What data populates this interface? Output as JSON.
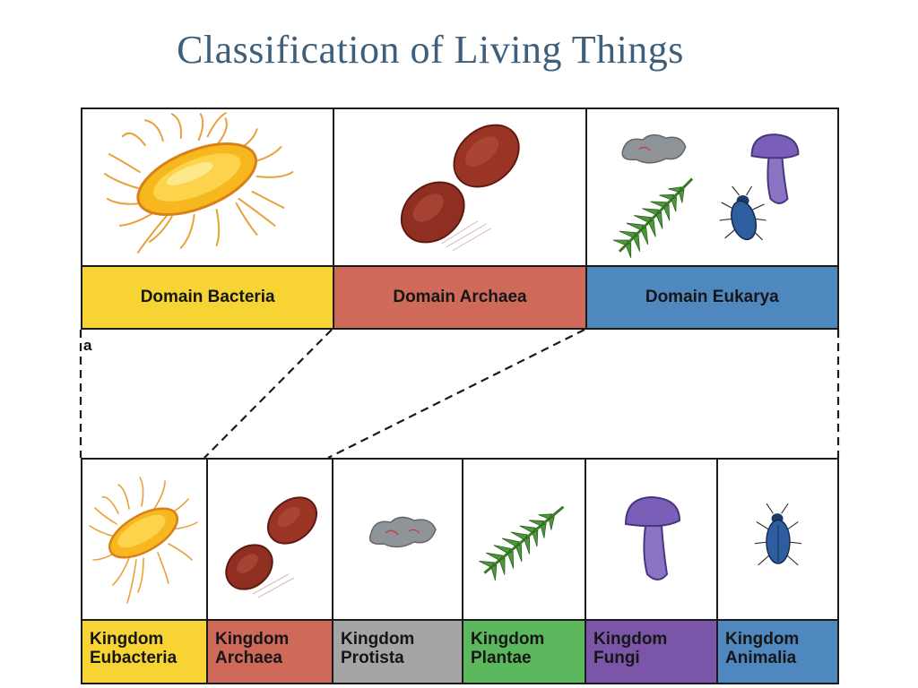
{
  "title": "Classification of Living Things",
  "panel_letter": "a",
  "domains": [
    {
      "label": "Domain Bacteria",
      "color": "#f7d433"
    },
    {
      "label": "Domain Archaea",
      "color": "#cf6a5a"
    },
    {
      "label": "Domain Eukarya",
      "color": "#4f87bf"
    }
  ],
  "kingdoms": [
    {
      "line1": "Kingdom",
      "line2": "Eubacteria",
      "color": "#f7d433"
    },
    {
      "line1": "Kingdom",
      "line2": "Archaea",
      "color": "#cf6a5a"
    },
    {
      "line1": "Kingdom",
      "line2": "Protista",
      "color": "#a5a5a5"
    },
    {
      "line1": "Kingdom",
      "line2": "Plantae",
      "color": "#5cb85c"
    },
    {
      "line1": "Kingdom",
      "line2": "Fungi",
      "color": "#7b55a8"
    },
    {
      "line1": "Kingdom",
      "line2": "Animalia",
      "color": "#4f87bf"
    }
  ]
}
